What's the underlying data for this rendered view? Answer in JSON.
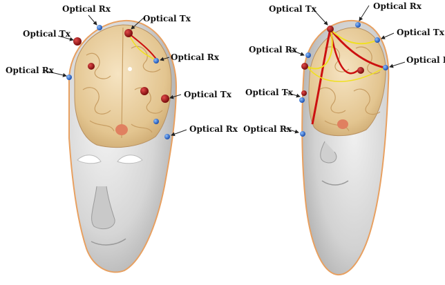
{
  "labels": {
    "left": {
      "tx_top_left": "Optical Tx",
      "rx_top": "Optical Rx",
      "tx_top_right": "Optical Tx",
      "rx_mid_left": "Optical Rx",
      "rx_upper_right": "Optical Rx",
      "tx_right": "Optical Tx",
      "rx_lower_right": "Optical Rx"
    },
    "right": {
      "tx_top": "Optical Tx",
      "rx_top": "Optical Rx",
      "tx_upper_right": "Optical Tx",
      "rx_upper_left": "Optical Rx",
      "rx_right": "Optical Rx",
      "tx_left": "Optical Tx",
      "rx_lower_left": "Optical Rx"
    }
  },
  "colors": {
    "head_skin": "#d8d8d8",
    "head_outline": "#e8a060",
    "brain": "#e8cfa0",
    "transmitter": "#b01818",
    "receiver": "#2a6ad8",
    "optical_path_red": "#cc1010",
    "optical_path_yellow": "#f0e020"
  }
}
